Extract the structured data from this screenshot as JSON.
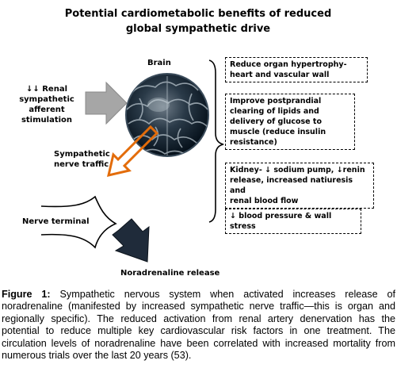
{
  "title": {
    "line1": "Potential cardiometabolic benefits of reduced",
    "line2": "global sympathetic drive"
  },
  "labels": {
    "brain": "Brain",
    "renal_l1": "↓↓ Renal",
    "renal_l2": "sympathetic",
    "renal_l3": "afferent",
    "renal_l4": "stimulation",
    "traffic_l1": "Sympathetic",
    "traffic_l2": "nerve traffic",
    "nerve_terminal": "Nerve terminal",
    "noradrenaline_release": "Noradrenaline release"
  },
  "benefits": {
    "b1_l1": "Reduce organ hypertrophy-",
    "b1_l2": "heart and vascular wall",
    "b2_l1": "Improve postprandial",
    "b2_l2": "clearing of lipids and",
    "b2_l3": "delivery of glucose to",
    "b2_l4": "muscle (reduce insulin",
    "b2_l5": "resistance)",
    "b3_l1": "Kidney- ↓ sodium pump, ↓renin",
    "b3_l2": "release, increased natiuresis and",
    "b3_l3": "renal blood flow",
    "b4_l1": "↓ blood pressure & wall stress"
  },
  "caption": {
    "label": "Figure 1:",
    "text": "Sympathetic nervous system when activated increases release of noradrenaline (manifested by increased sympathetic nerve traffic—this is organ and regionally specific). The reduced activation from renal artery denervation has the potential to reduce multiple key cardiovascular risk factors in one treatment.  The circulation levels of noradrenaline have been correlated with increased mortality from numerous trials over the last 20 years (53)."
  },
  "colors": {
    "gray_arrow": "#a6a6a6",
    "orange_arrow": "#e36c0a",
    "dark_arrow": "#1f2b3a",
    "brain_dark": "#0c1a26"
  }
}
